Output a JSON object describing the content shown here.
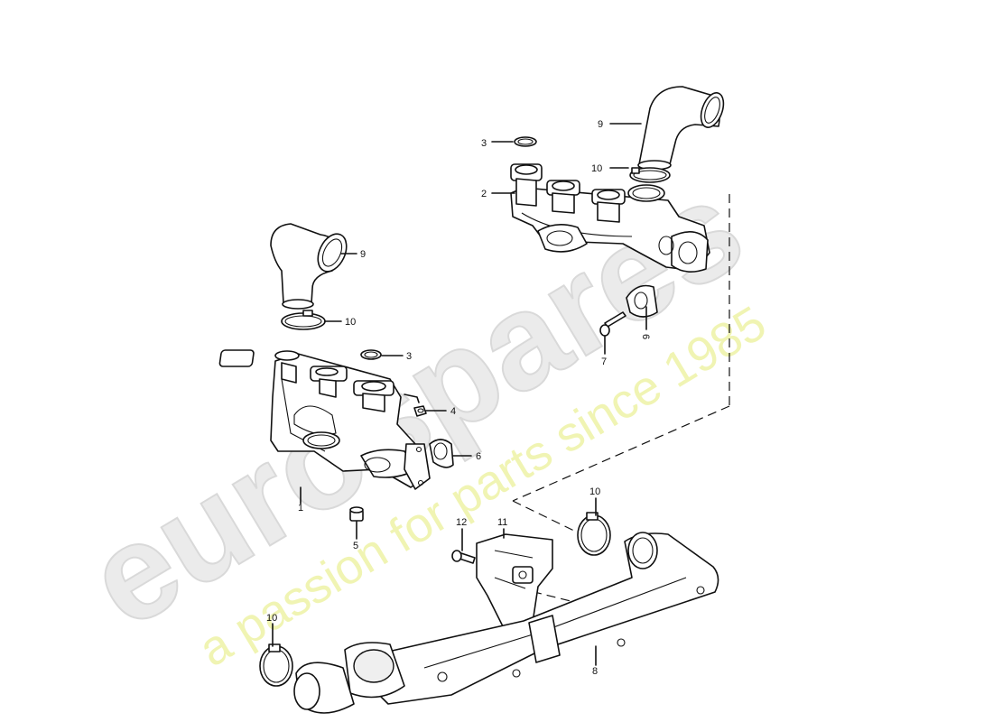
{
  "watermark": {
    "brand": "eurospares",
    "tagline": "a passion for parts since 1985",
    "brand_color": "#e8e8e8",
    "tagline_color": "#eef2a0"
  },
  "callouts": {
    "c1": "1",
    "c2": "2",
    "c3a": "3",
    "c3b": "3",
    "c4": "4",
    "c5": "5",
    "c6a": "6",
    "c6b": "6",
    "c7": "7",
    "c8": "8",
    "c9a": "9",
    "c9b": "9",
    "c10a": "10",
    "c10b": "10",
    "c10c": "10",
    "c10d": "10",
    "c11": "11",
    "c12": "12"
  }
}
